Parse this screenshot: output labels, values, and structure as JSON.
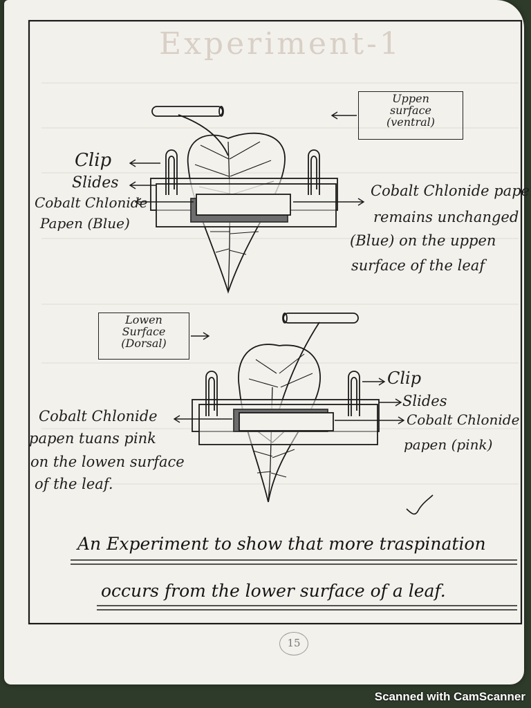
{
  "heading": "Experiment-1",
  "diagram_top": {
    "upper_surface_box": [
      "Uppen",
      "surface",
      "(ventral)"
    ],
    "label_clip": "Clip",
    "label_slides": "Slides",
    "label_paper": [
      "Cobalt Chlonide",
      "Papen (Blue)"
    ],
    "result": [
      "Cobalt Chlonide papen",
      "remains unchanged",
      "(Blue) on the uppen",
      "surface of the leaf"
    ]
  },
  "diagram_bottom": {
    "lower_surface_box": [
      "Lowen",
      "Surface",
      "(Dorsal)"
    ],
    "label_clip": "Clip",
    "label_slides": "Slides",
    "label_paper": [
      "Cobalt Chlonide",
      "papen (pink)"
    ],
    "result": [
      "Cobalt Chlonide",
      "papen tuans pink",
      "on the lowen surface",
      "of the leaf."
    ]
  },
  "caption": [
    "An Experiment to show that more traspination",
    "occurs from the lower surface of a leaf."
  ],
  "page_number": "15",
  "watermark": "Scanned with CamScanner"
}
